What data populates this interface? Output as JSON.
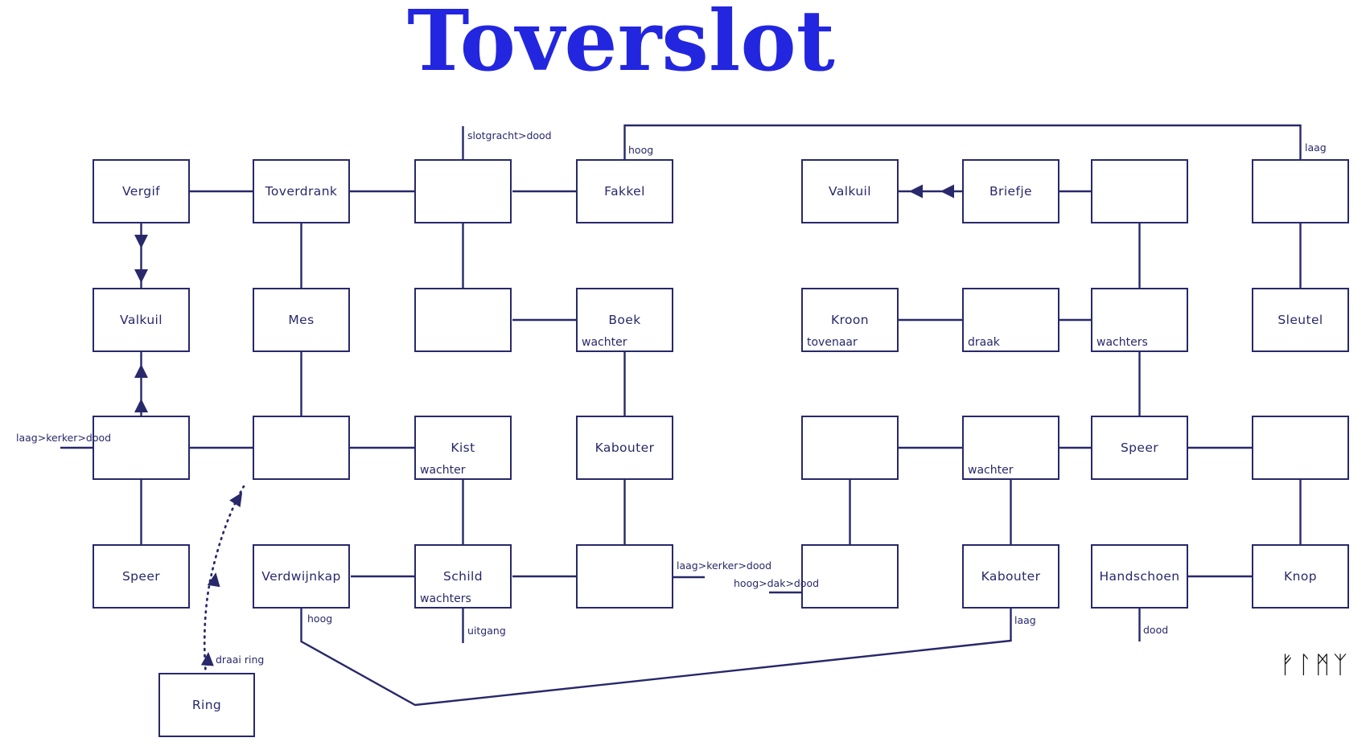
{
  "title": "Toverslot",
  "runes": "ᚠᛚᛗᛉ",
  "colors": {
    "line_navy": "#28286b",
    "title_blue": "#2326df",
    "runes_black": "#111111",
    "background": "#ffffff"
  },
  "rooms": [
    {
      "label": "Vergif",
      "sublabel": ""
    },
    {
      "label": "Toverdrank",
      "sublabel": ""
    },
    {
      "label": "",
      "sublabel": ""
    },
    {
      "label": "Fakkel",
      "sublabel": ""
    },
    {
      "label": "Valkuil",
      "sublabel": ""
    },
    {
      "label": "Briefje",
      "sublabel": ""
    },
    {
      "label": "",
      "sublabel": ""
    },
    {
      "label": "",
      "sublabel": ""
    },
    {
      "label": "Valkuil",
      "sublabel": ""
    },
    {
      "label": "Mes",
      "sublabel": ""
    },
    {
      "label": "",
      "sublabel": ""
    },
    {
      "label": "Boek",
      "sublabel": "wachter"
    },
    {
      "label": "Kroon",
      "sublabel": "tovenaar"
    },
    {
      "label": "",
      "sublabel": "draak"
    },
    {
      "label": "",
      "sublabel": "wachters"
    },
    {
      "label": "Sleutel",
      "sublabel": ""
    },
    {
      "label": "",
      "sublabel": ""
    },
    {
      "label": "",
      "sublabel": ""
    },
    {
      "label": "Kist",
      "sublabel": "wachter"
    },
    {
      "label": "Kabouter",
      "sublabel": ""
    },
    {
      "label": "",
      "sublabel": ""
    },
    {
      "label": "",
      "sublabel": "wachter"
    },
    {
      "label": "Speer",
      "sublabel": ""
    },
    {
      "label": "",
      "sublabel": ""
    },
    {
      "label": "Speer",
      "sublabel": ""
    },
    {
      "label": "Verdwijnkap",
      "sublabel": ""
    },
    {
      "label": "Schild",
      "sublabel": "wachters"
    },
    {
      "label": "",
      "sublabel": ""
    },
    {
      "label": "",
      "sublabel": ""
    },
    {
      "label": "Kabouter",
      "sublabel": ""
    },
    {
      "label": "Handschoen",
      "sublabel": ""
    },
    {
      "label": "Knop",
      "sublabel": ""
    },
    {
      "label": "Ring",
      "sublabel": ""
    }
  ],
  "edge_labels": {
    "slotgracht_dood": "slotgracht>dood",
    "fakkel_hoog": "hoog",
    "kasteel_laag": "laag",
    "kerker_links": "laag>kerker>dood",
    "kerker_midden": "laag>kerker>dood",
    "dak_dood": "hoog>dak>dood",
    "verdwijnkap_hoog": "hoog",
    "uitgang": "uitgang",
    "kabouter_laag": "laag",
    "handschoen_dood": "dood",
    "draai_ring": "draai ring"
  }
}
